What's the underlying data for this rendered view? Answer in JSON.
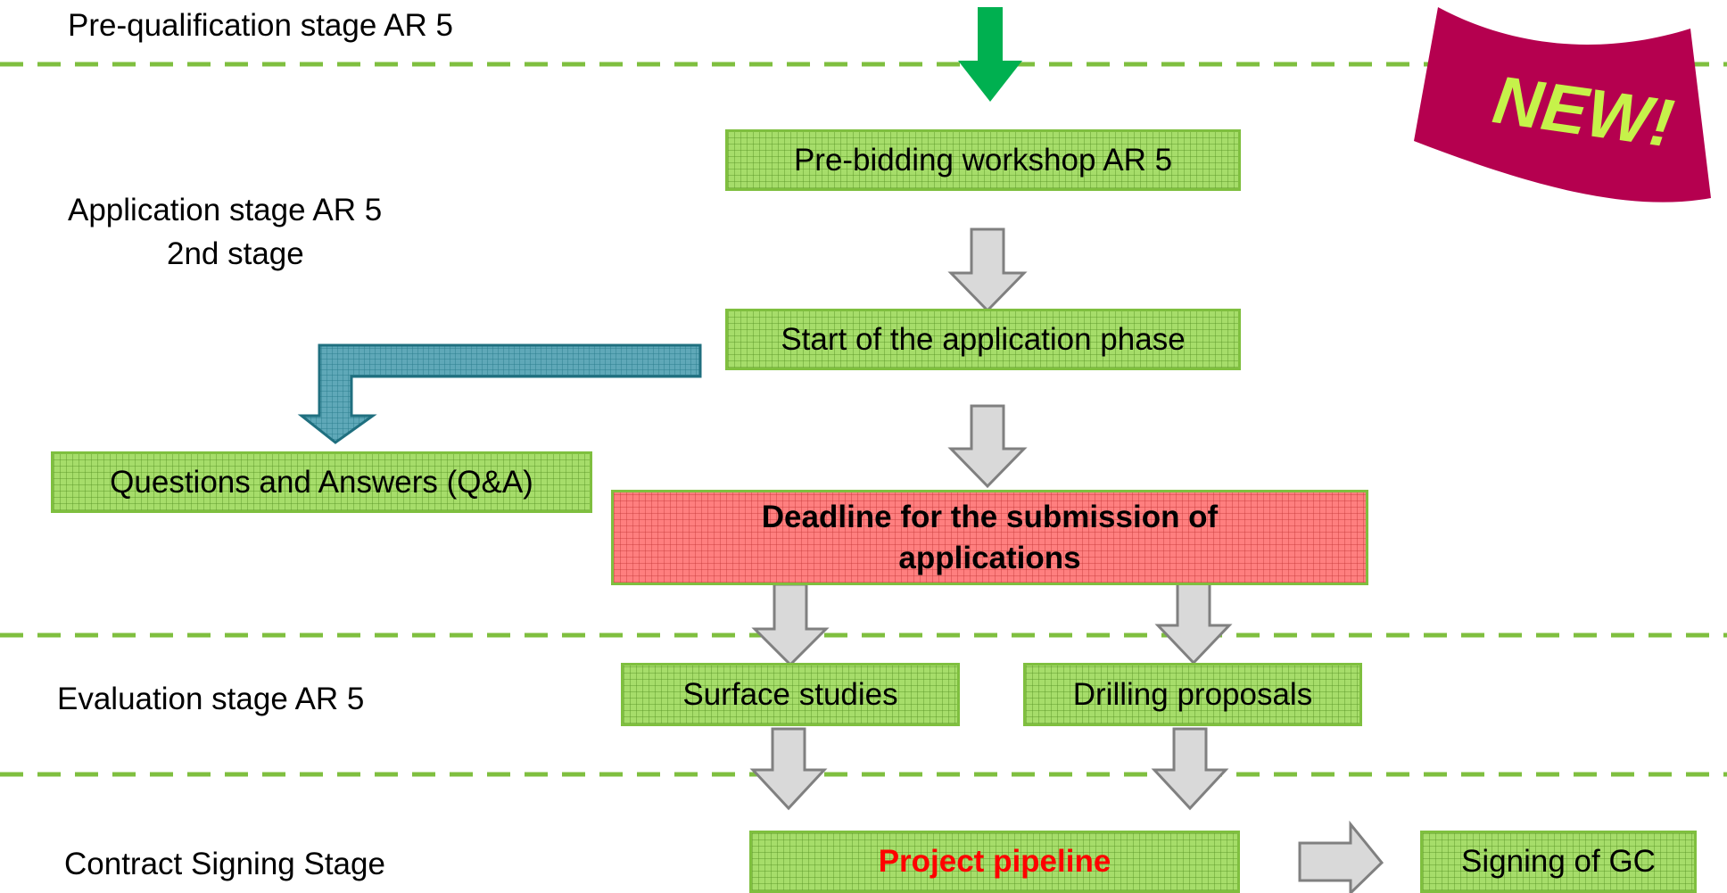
{
  "stages": {
    "pre_qualification": "Pre-qualification stage AR 5",
    "application_line1": "Application stage AR 5",
    "application_line2": "2nd stage",
    "evaluation": "Evaluation stage AR 5",
    "contract_signing": "Contract Signing Stage"
  },
  "boxes": {
    "pre_bidding": "Pre-bidding workshop AR 5",
    "start_application": "Start of the application phase",
    "qa": "Questions and Answers (Q&A)",
    "deadline": "Deadline for the submission of applications",
    "surface_studies": "Surface studies",
    "drilling_proposals": "Drilling proposals",
    "project_pipeline": "Project pipeline",
    "signing_gc": "Signing of GC"
  },
  "badge": {
    "text": "NEW!"
  },
  "colors": {
    "box_fill": "#a6dd6a",
    "box_border": "#7fbf3f",
    "deadline_fill": "#ff7f7f",
    "divider": "#7fbf3f",
    "flag": "#b5004f",
    "badge_text": "#c6f24a",
    "entry_arrow": "#00b050",
    "branch_arrow": "#31859b",
    "flow_arrow": "#d9d9d9",
    "pipeline_text": "#ff0000"
  }
}
